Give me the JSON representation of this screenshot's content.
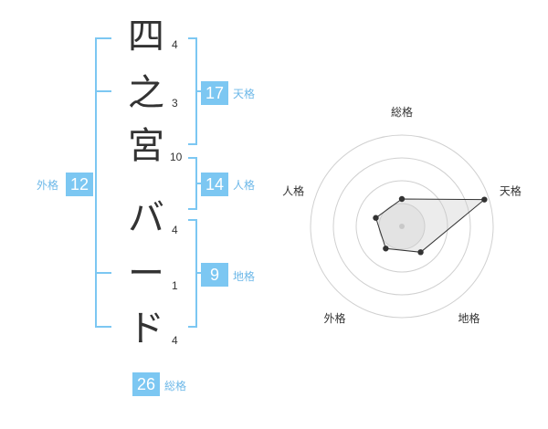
{
  "colors": {
    "accent": "#7cc7f2",
    "label_text": "#6db8e8",
    "char_text": "#333333"
  },
  "name_chars": [
    {
      "char": "四",
      "strokes": "4"
    },
    {
      "char": "之",
      "strokes": "3"
    },
    {
      "char": "宮",
      "strokes": "10"
    },
    {
      "char": "バ",
      "strokes": "4"
    },
    {
      "char": "ー",
      "strokes": "1"
    },
    {
      "char": "ド",
      "strokes": "4"
    }
  ],
  "grids": {
    "tenkaku": {
      "value": "17",
      "label": "天格"
    },
    "jinkaku": {
      "value": "14",
      "label": "人格"
    },
    "chikaku": {
      "value": "9",
      "label": "地格"
    },
    "gaikaku": {
      "value": "12",
      "label": "外格"
    },
    "soukaku": {
      "value": "26",
      "label": "総格"
    }
  },
  "chart_data": {
    "type": "radar",
    "axes": [
      "総格",
      "天格",
      "地格",
      "外格",
      "人格"
    ],
    "rings": 4,
    "values": [
      0.3,
      0.95,
      0.35,
      0.3,
      0.3
    ]
  }
}
